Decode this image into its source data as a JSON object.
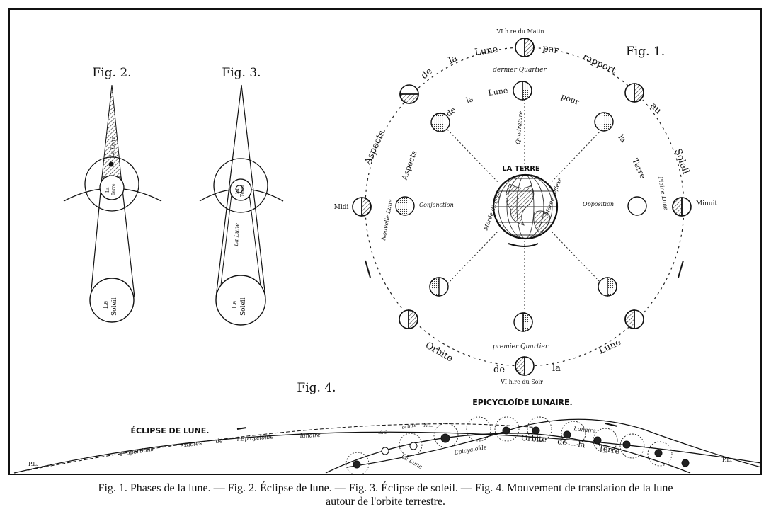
{
  "fig1": {
    "title": "Fig. 1.",
    "outer_ring": [
      "Aspects",
      "de",
      "la",
      "Lune",
      "par",
      "rapport",
      "au",
      "Soleil"
    ],
    "inner_ring": [
      "Aspects",
      "de",
      "la",
      "Lune",
      "pour",
      "la",
      "Terre"
    ],
    "bottom_ring": [
      "Orbite",
      "de",
      "la",
      "Lune"
    ],
    "earth": "LA TERRE",
    "positions": {
      "top": "VI h.re du Matin",
      "bottom": "VI h.re du Soir",
      "left": "Midi",
      "right": "Minuit"
    },
    "phases": {
      "last_quarter": "dernier Quartier",
      "first_quarter": "premier Quartier",
      "new_moon": "Nouvelle Lune",
      "full_moon": "Pleine Lune",
      "quadrature": "Quadrature",
      "conjunction": "Conjonction",
      "opposition": "Opposition",
      "direct": "Marée directe",
      "reflex": "Marée reflexe"
    }
  },
  "fig2": {
    "title": "Fig. 2.",
    "sun": [
      "Le",
      "Soleil"
    ],
    "shadow": "La Lune",
    "earth": [
      "La",
      "Terre"
    ]
  },
  "fig3": {
    "title": "Fig. 3.",
    "sun": [
      "Le",
      "Soleil"
    ],
    "moon": "La Lune",
    "earth": [
      "La",
      "Terre"
    ]
  },
  "fig4": {
    "title": "Fig. 4.",
    "heading": "EPICYCLOÏDE LUNAIRE.",
    "eclipse": "ÉCLIPSE DE LUNE.",
    "proportions": [
      "Proportions",
      "exactes",
      "de",
      "l'Epicycloïde",
      "lunaire"
    ],
    "orbit_earth": [
      "Orbite",
      "de",
      "la",
      "Terre"
    ],
    "lunaire": "Lunaire",
    "orbite_l": "orbite",
    "epicycloide": "Epicycloïde",
    "la_lune": "La Lune",
    "pl_left": "P.L.",
    "pl_right": "P.L.",
    "small": [
      "E.S",
      "N.L"
    ]
  },
  "caption": {
    "line1": "Fig. 1. Phases de la lune. — Fig. 2. Éclipse de lune. — Fig. 3. Éclipse de soleil. — Fig. 4. Mouvement de translation de la lune",
    "line2": "autour de l'orbite terrestre."
  }
}
